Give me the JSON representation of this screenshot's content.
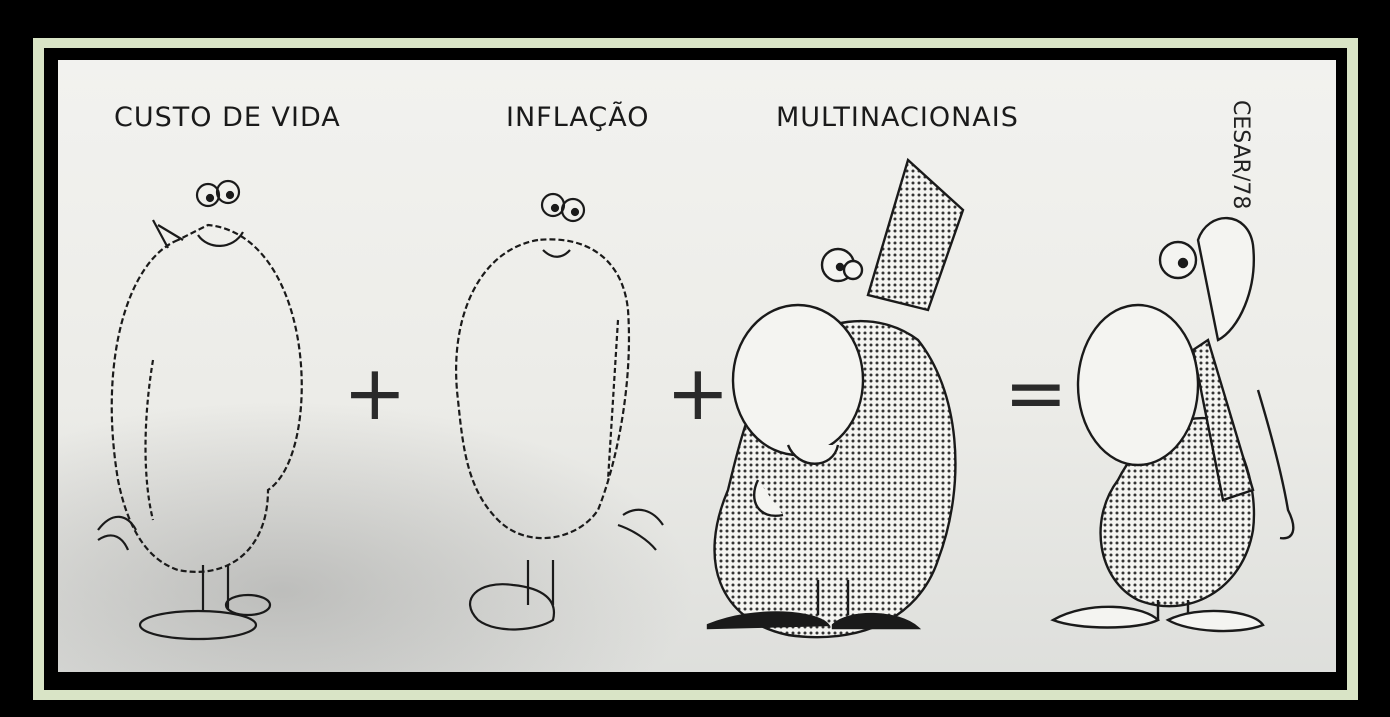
{
  "labels": {
    "cost_of_living": "CUSTO DE VIDA",
    "inflation": "INFLAÇÃO",
    "multinationals": "MULTINACIONAIS"
  },
  "operators": {
    "plus_1": "+",
    "plus_2": "+",
    "equals": "="
  },
  "signature": "CESAR/78",
  "colors": {
    "frame": "#000000",
    "mat": "#d9e4c6",
    "paper": "#eeeeea",
    "ink": "#1a1a1a"
  }
}
